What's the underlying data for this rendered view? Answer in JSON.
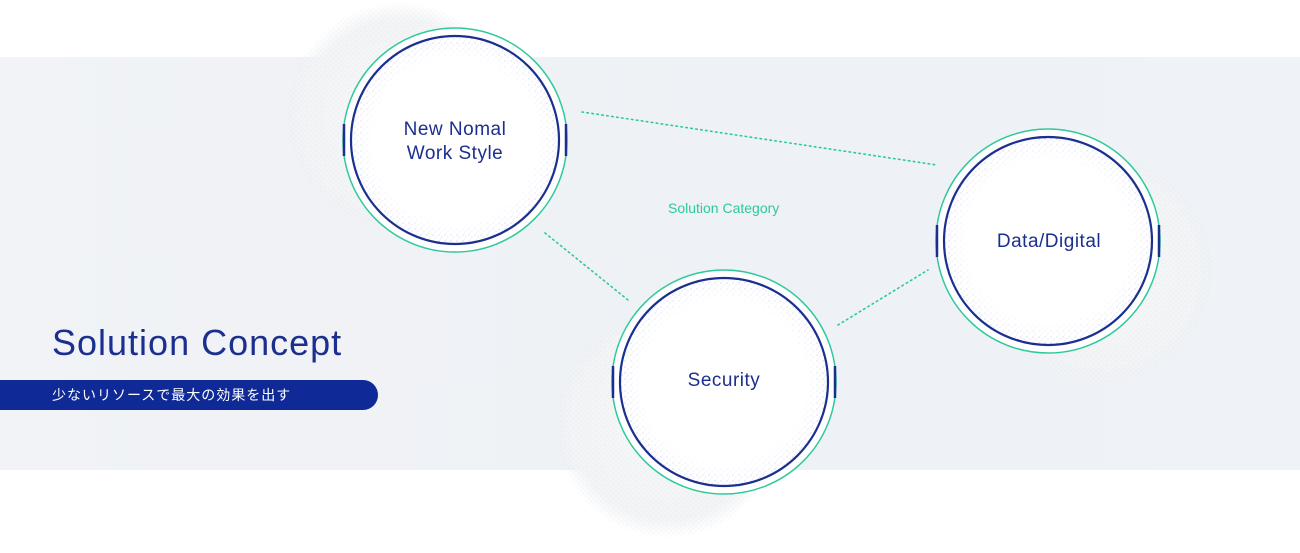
{
  "concept": {
    "title": "Solution Concept",
    "tagline": "少ないリソースで最大の効果を出す"
  },
  "diagram": {
    "center_label": "Solution Category",
    "nodes": {
      "new_normal": {
        "line1": "New Nomal",
        "line2": "Work Style"
      },
      "data_digital": {
        "label": "Data/Digital"
      },
      "security": {
        "label": "Security"
      }
    }
  },
  "colors": {
    "navy": "#1b2f8f",
    "teal": "#2ec99b",
    "band": "#f0f2f5",
    "tagline_bg": "#0f2a96"
  }
}
